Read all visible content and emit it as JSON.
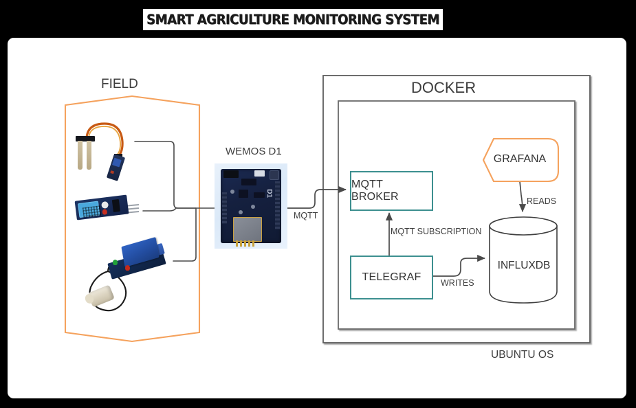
{
  "page": {
    "title": "SMART AGRICULTURE MONITORING SYSTEM",
    "background_color": "#000000",
    "card_color": "#ffffff"
  },
  "colors": {
    "accent_orange": "#F5A25D",
    "node_teal": "#3C8F8F",
    "line_gray": "#5A5A5A",
    "text_gray": "#3D3D3D",
    "pcb_navy": "#17224180"
  },
  "diagram": {
    "type": "architecture-block-diagram",
    "groups": [
      {
        "id": "field",
        "label": "FIELD",
        "shape": "orange-pentagon-outline",
        "stroke": "#F5A25D",
        "devices": [
          {
            "id": "soil-moisture-sensor",
            "name": "soil-moisture-sensor",
            "kind": "photo",
            "description": "Capacitive/resistive soil moisture probe with comparator module"
          },
          {
            "id": "dht11-sensor",
            "name": "dht11-temperature-humidity-sensor",
            "kind": "photo",
            "description": "Blue DHT11 temperature and humidity module"
          },
          {
            "id": "relay-module",
            "name": "relay-module",
            "kind": "photo",
            "description": "Single channel blue relay module with green and red LEDs"
          },
          {
            "id": "water-pump",
            "name": "water-pump-motor",
            "kind": "photo",
            "description": "Small DC water pump motor with black wire"
          }
        ]
      },
      {
        "id": "docker",
        "label": "DOCKER",
        "shape": "rectangle",
        "stroke": "#595959",
        "os_label": "UBUNTU OS"
      }
    ],
    "nodes": [
      {
        "id": "wemos",
        "label": "WEMOS D1",
        "shape": "photo",
        "stroke": "#9fb6cc"
      },
      {
        "id": "broker",
        "label": "MQTT BROKER",
        "shape": "rect",
        "stroke": "#3C8F8F"
      },
      {
        "id": "telegraf",
        "label": "TELEGRAF",
        "shape": "rect",
        "stroke": "#3C8F8F"
      },
      {
        "id": "influxdb",
        "label": "INFLUXDB",
        "shape": "cylinder",
        "stroke": "#3F3F3F"
      },
      {
        "id": "grafana",
        "label": "GRAFANA",
        "shape": "banner",
        "stroke": "#F5A25D"
      }
    ],
    "edges": [
      {
        "id": "sensors-to-wemos",
        "from": "field-sensors",
        "to": "wemos",
        "label": "",
        "arrow": false
      },
      {
        "id": "wemos-to-broker",
        "from": "wemos",
        "to": "broker",
        "label": "MQTT",
        "arrow": true
      },
      {
        "id": "telegraf-to-broker",
        "from": "telegraf",
        "to": "broker",
        "label": "MQTT SUBSCRIPTION",
        "arrow": true
      },
      {
        "id": "telegraf-to-influx",
        "from": "telegraf",
        "to": "influxdb",
        "label": "WRITES",
        "arrow": true
      },
      {
        "id": "grafana-to-influx",
        "from": "grafana",
        "to": "influxdb",
        "label": "READS",
        "arrow": true
      }
    ]
  },
  "labels": {
    "field": "FIELD",
    "wemos": "WEMOS D1",
    "docker": "DOCKER",
    "ubuntu": "UBUNTU OS",
    "mqtt_broker": "MQTT BROKER",
    "telegraf": "TELEGRAF",
    "influxdb": "INFLUXDB",
    "grafana": "GRAFANA",
    "edge_mqtt": "MQTT",
    "edge_mqtt_subscription": "MQTT SUBSCRIPTION",
    "edge_writes": "WRITES",
    "edge_reads": "READS"
  }
}
